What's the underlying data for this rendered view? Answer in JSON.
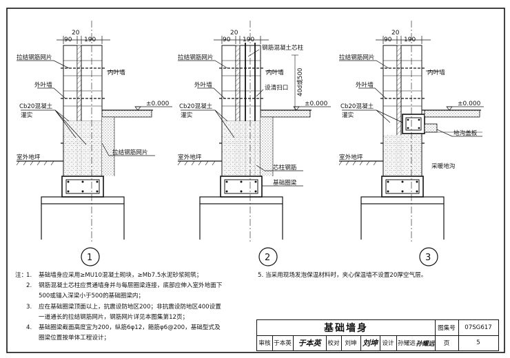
{
  "detail1": {
    "dims": [
      "20",
      "90",
      "190"
    ],
    "label_mesh_top": "拉结钢筋网片",
    "label_inner_leaf": "内叶墙",
    "label_outer_leaf": "外叶墙",
    "label_concrete": "Cb20混凝土",
    "label_grout": "灌实",
    "label_level": "±0.000",
    "label_mesh_bottom": "拉结钢筋网片",
    "label_ground": "室外地坪",
    "number": "1"
  },
  "detail2": {
    "dims": [
      "20",
      "90",
      "190"
    ],
    "label_core_column": "钢筋混凝土芯柱",
    "label_mesh_top": "拉结钢筋网片",
    "label_inner_leaf": "内叶墙",
    "label_outer_leaf": "外叶墙",
    "label_cleanout": "设清扫口",
    "label_anchor": "40d或500",
    "label_concrete": "Cb20混凝土",
    "label_grout": "灌实",
    "label_level": "±0.000",
    "label_ground": "室外地坪",
    "label_core_rebar": "芯柱钢筋",
    "label_ring_beam": "基础圈梁",
    "number": "2"
  },
  "detail3": {
    "dims": [
      "20",
      "90",
      "190"
    ],
    "label_mesh_top": "拉结钢筋网片",
    "label_inner_leaf": "内叶墙",
    "label_outer_leaf": "外叶墙",
    "label_concrete": "Cb20混凝土",
    "label_grout": "灌实",
    "label_level": "±0.000",
    "label_trench_cover": "地沟盖板",
    "label_ground": "室外地坪",
    "label_heating_trench": "采暖地沟",
    "number": "3"
  },
  "notes": {
    "lead": "注：",
    "items": [
      {
        "num": "1.",
        "lines": [
          "基础墙身应采用≥MU10混凝土砌块，≥Mb7.5水泥砂浆砌筑；"
        ]
      },
      {
        "num": "2.",
        "lines": [
          "钢筋混凝土芯柱应贯通墙身并与每层圈梁连接，底部应伸入室外地面下",
          "500或锚入深梁小于500的基础圈梁内；"
        ]
      },
      {
        "num": "3.",
        "lines": [
          "应在基础圈梁顶面以上，抗震设防地区200；非抗震设防地区400设置",
          "一道通长的拉结钢筋网片，钢筋网片详见本图集第12页；"
        ]
      },
      {
        "num": "4.",
        "lines": [
          "基础圈梁截面高度宜为200，纵筋6φ12，箍筋φ6@200，基础型式及",
          "圈梁位置按单体工程设计；"
        ]
      }
    ],
    "item5_num": "5.",
    "item5_text": "当采用现场发泡保温材料时，夹心保温墙不设置20厚空气层。"
  },
  "title_block": {
    "title": "基础墙身",
    "atlas_label": "图集号",
    "atlas_number": "07SG617",
    "review_label": "审核",
    "reviewer": "于本英",
    "reviewer_sig": "于本英",
    "check_label": "校对",
    "checker": "刘坤",
    "checker_sig": "刘坤",
    "design_label": "设计",
    "designer": "孙耀远",
    "designer_sig": "孙耀远",
    "page_label": "页",
    "page_number": "5"
  }
}
